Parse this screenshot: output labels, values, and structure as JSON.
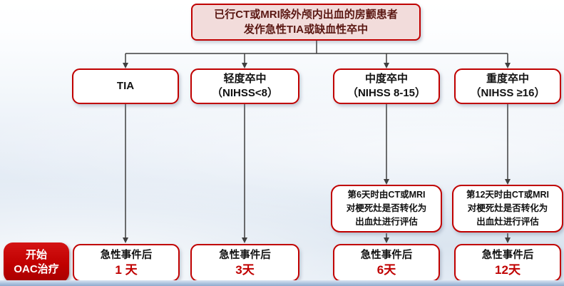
{
  "colors": {
    "accent_red": "#c00000",
    "root_fill": "#f2dcdb",
    "root_text": "#5a1712",
    "connector_line": "#3f3f3f",
    "oac_fill": "#c00000",
    "oac_text": "#ffffff"
  },
  "root": {
    "line1": "已行CT或MRI除外颅内出血的房颤患者",
    "line2": "发作急性TIA或缺血性卒中"
  },
  "branches": [
    {
      "title": "TIA",
      "criteria": "",
      "result": {
        "label": "急性事件后",
        "days": "1 天"
      }
    },
    {
      "title": "轻度卒中",
      "criteria": "（NIHSS<8）",
      "result": {
        "label": "急性事件后",
        "days": "3天"
      }
    },
    {
      "title": "中度卒中",
      "criteria": "（NIHSS 8-15）",
      "evaluation": {
        "line1": "第6天时由CT或MRI",
        "line2": "对梗死灶是否转化为",
        "line3": "出血灶进行评估"
      },
      "result": {
        "label": "急性事件后",
        "days": "6天"
      }
    },
    {
      "title": "重度卒中",
      "criteria": "（NIHSS ≥16）",
      "evaluation": {
        "line1": "第12天时由CT或MRI",
        "line2": "对梗死灶是否转化为",
        "line3": "出血灶进行评估"
      },
      "result": {
        "label": "急性事件后",
        "days": "12天"
      }
    }
  ],
  "oac": {
    "line1": "开始",
    "line2": "OAC治疗"
  }
}
